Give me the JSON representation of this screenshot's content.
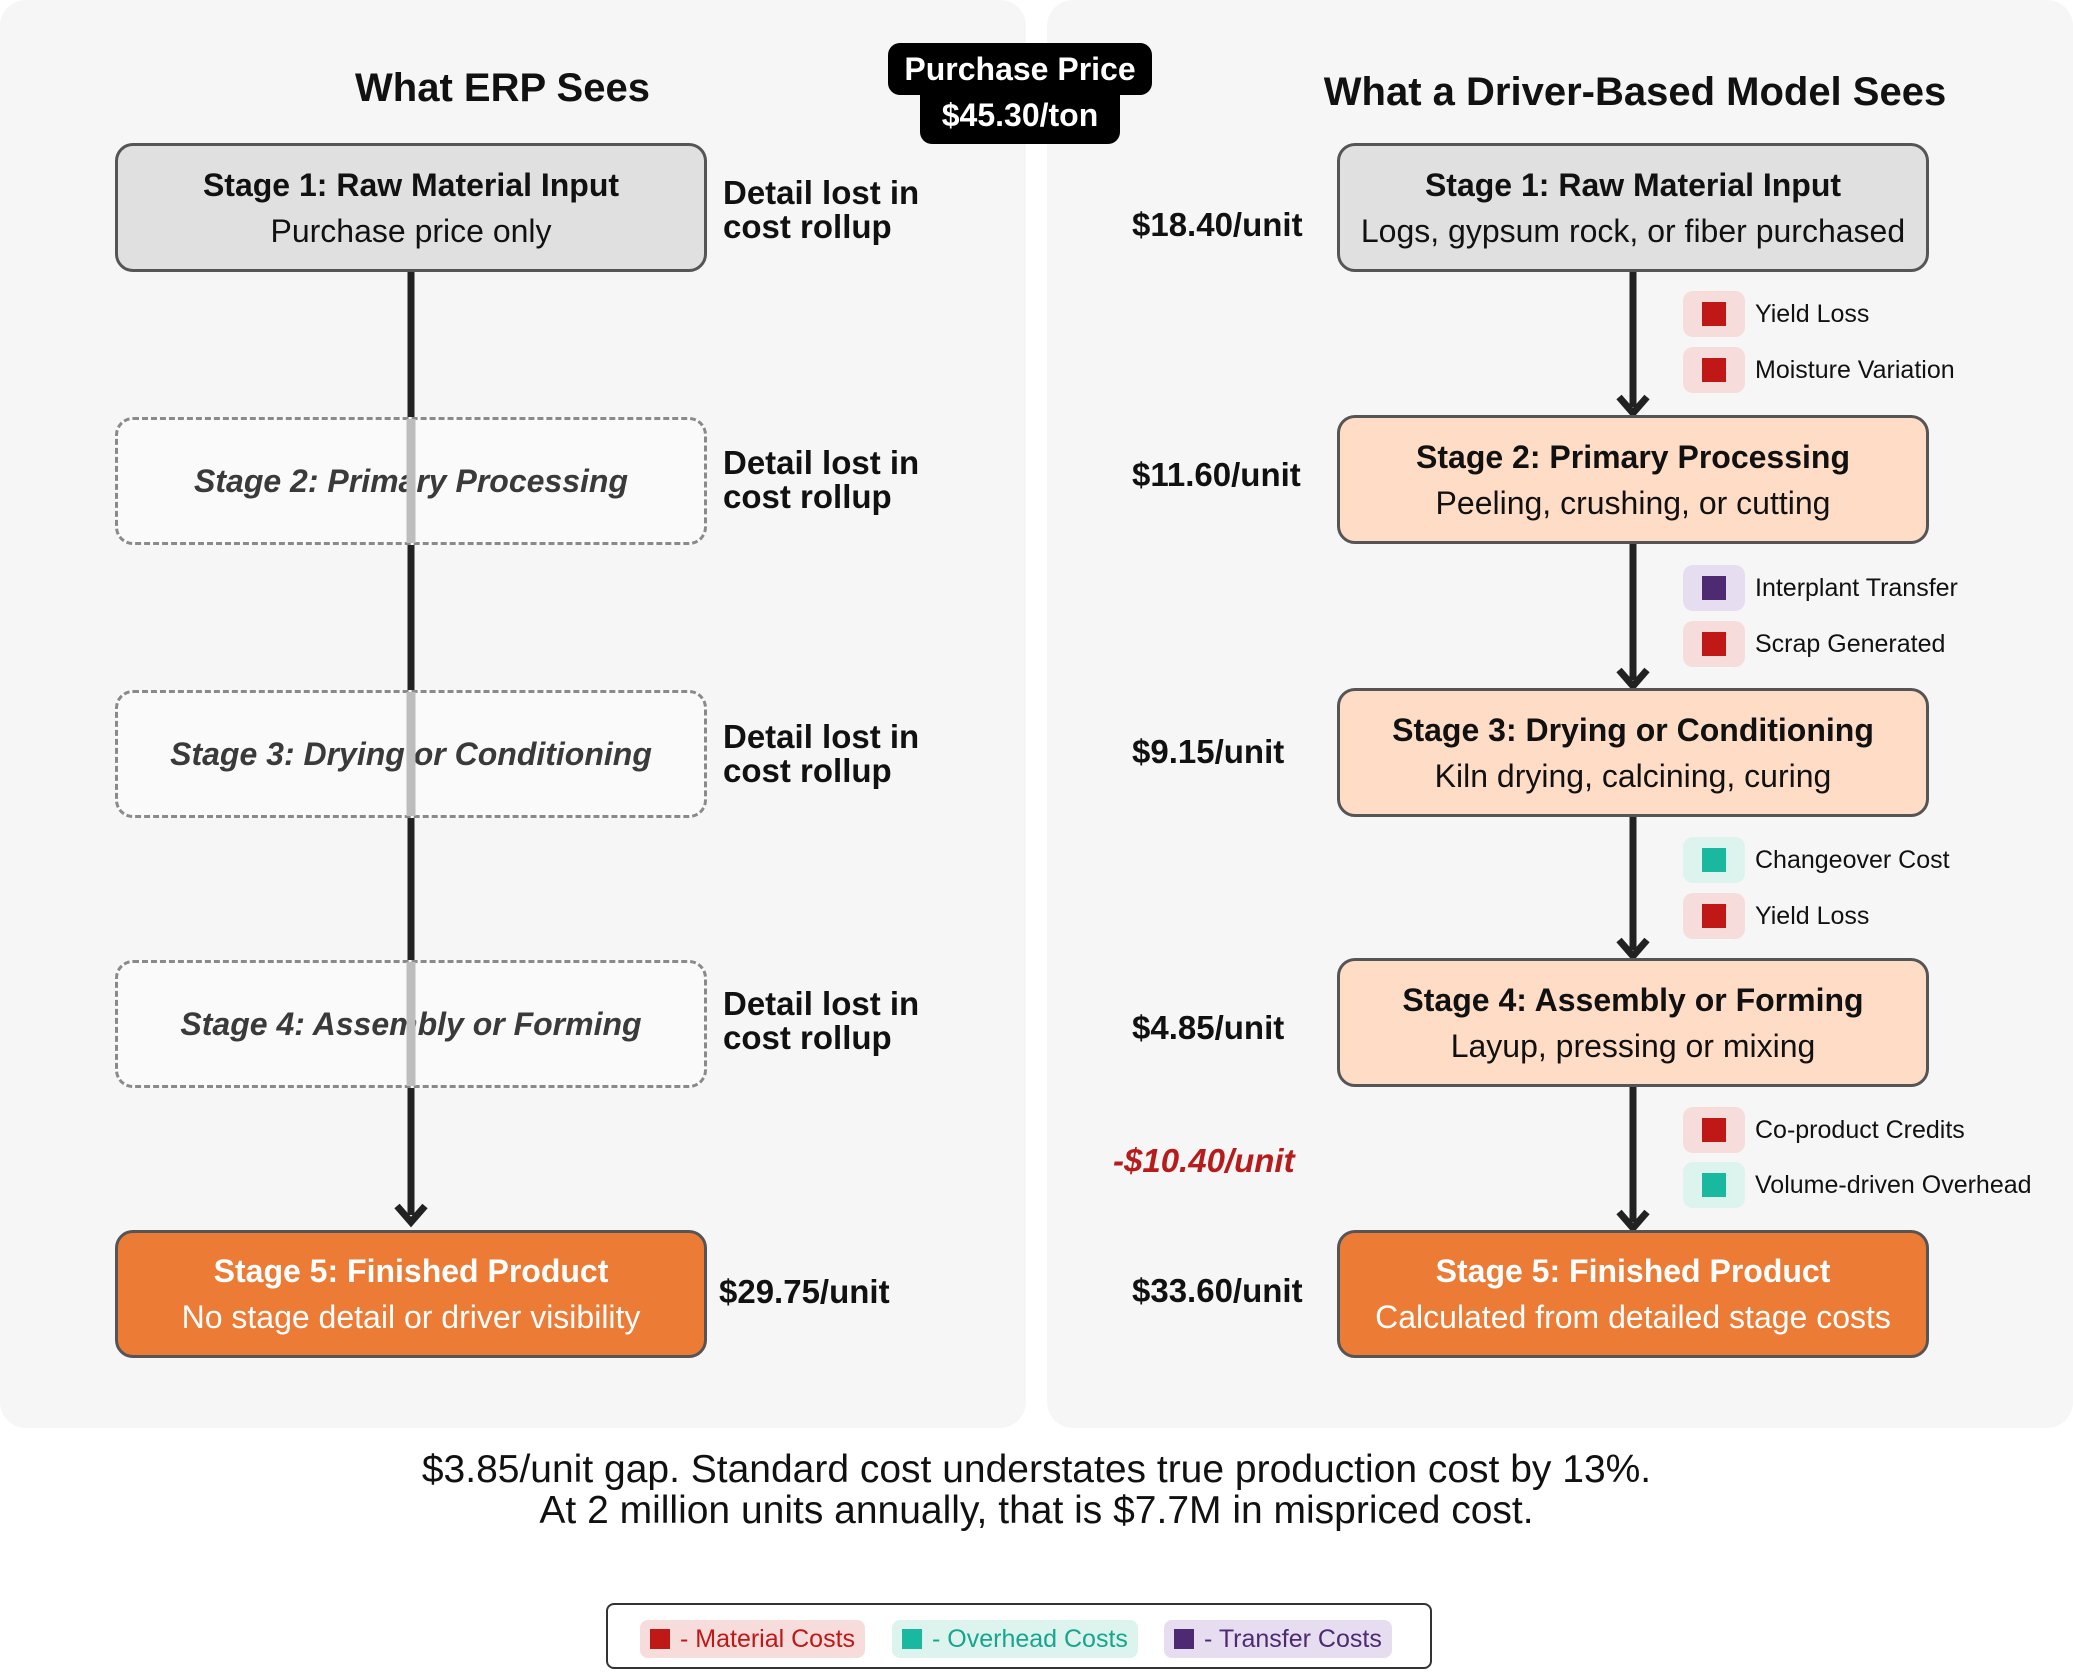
{
  "badge": {
    "line1": "Purchase Price",
    "line2": "$45.30/ton"
  },
  "left": {
    "title": "What ERP Sees",
    "stages": [
      {
        "title": "Stage 1: Raw Material Input",
        "subtitle": "Purchase price only",
        "note": "Detail lost in cost rollup"
      },
      {
        "title": "Stage 2: Primary Processing",
        "note": "Detail lost in cost rollup"
      },
      {
        "title": "Stage 3: Drying or Conditioning",
        "note": "Detail lost in cost rollup"
      },
      {
        "title": "Stage 4: Assembly or Forming",
        "note": "Detail lost in cost rollup"
      },
      {
        "title": "Stage 5: Finished Product",
        "subtitle": "No stage detail or driver visibility",
        "price": "$29.75/unit"
      }
    ]
  },
  "right": {
    "title": "What a Driver-Based Model Sees",
    "stages": [
      {
        "title": "Stage 1: Raw Material Input",
        "subtitle": "Logs, gypsum rock, or fiber purchased",
        "price": "$18.40/unit"
      },
      {
        "title": "Stage 2: Primary Processing",
        "subtitle": "Peeling, crushing, or cutting",
        "price": "$11.60/unit"
      },
      {
        "title": "Stage 3: Drying or Conditioning",
        "subtitle": "Kiln drying, calcining, curing",
        "price": "$9.15/unit"
      },
      {
        "title": "Stage 4: Assembly or Forming",
        "subtitle": "Layup, pressing or mixing",
        "price": "$4.85/unit"
      },
      {
        "title": "Stage 5: Finished Product",
        "subtitle": "Calculated from detailed stage costs",
        "price": "$33.60/unit"
      }
    ],
    "credit_price": "-$10.40/unit",
    "drivers": [
      [
        {
          "label": "Yield Loss",
          "type": "material"
        },
        {
          "label": "Moisture Variation",
          "type": "material"
        }
      ],
      [
        {
          "label": "Interplant Transfer",
          "type": "transfer"
        },
        {
          "label": "Scrap Generated",
          "type": "material"
        }
      ],
      [
        {
          "label": "Changeover Cost",
          "type": "overhead"
        },
        {
          "label": "Yield Loss",
          "type": "material"
        }
      ],
      [
        {
          "label": "Co-product Credits",
          "type": "material"
        },
        {
          "label": "Volume-driven Overhead",
          "type": "overhead"
        }
      ]
    ]
  },
  "summary": {
    "line1": "$3.85/unit gap. Standard cost understates true production cost by 13%.",
    "line2": "At 2 million units annually, that is $7.7M in mispriced cost."
  },
  "legend": [
    {
      "label": "- Material Costs",
      "color": "#c01717"
    },
    {
      "label": "- Overhead Costs",
      "color": "#1ab89e"
    },
    {
      "label": "- Transfer Costs",
      "color": "#4e2a72"
    }
  ]
}
